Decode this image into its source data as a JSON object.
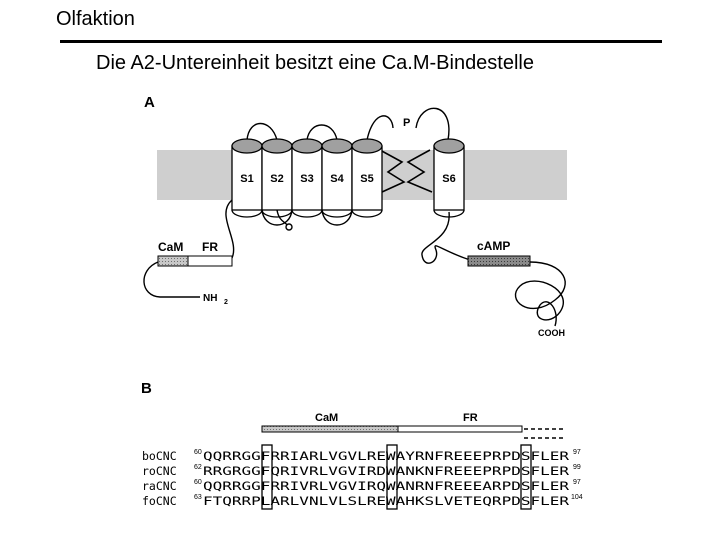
{
  "slide": {
    "title": "Olfaktion",
    "subtitle": "Die A2-Untereinheit besitzt eine Ca.M-Bindestelle"
  },
  "panel_a": {
    "label": "A",
    "segments": [
      "S1",
      "S2",
      "S3",
      "S4",
      "S5",
      "S6"
    ],
    "pore_label": "P",
    "cam_label": "CaM",
    "fr_label": "FR",
    "camp_label": "cAMP",
    "nterm": "NH",
    "nterm_sub": "2",
    "cterm": "COOH"
  },
  "panel_b": {
    "label": "B",
    "cam_label": "CaM",
    "fr_label": "FR",
    "rows": [
      {
        "name": "boCNC",
        "start": "60",
        "seq": "QQRRGGFRRIARLVGVLREWAYRNFREEEPRPDSFLER",
        "end": "97"
      },
      {
        "name": "roCNC",
        "start": "62",
        "seq": "RRGRGGFQRIVRLVGVIRDWANKNFREEEPRPDSFLER",
        "end": "99"
      },
      {
        "name": "raCNC",
        "start": "60",
        "seq": "QQRRGGFRRIVRLVGVIRQWANRNFREEEARPDSFLER",
        "end": "97"
      },
      {
        "name": "foCNC",
        "start": "63",
        "seq": "FTQRRPLARLVNLVLSLREWAHKSLVETEQRPDSFLER",
        "end": "104"
      }
    ]
  }
}
